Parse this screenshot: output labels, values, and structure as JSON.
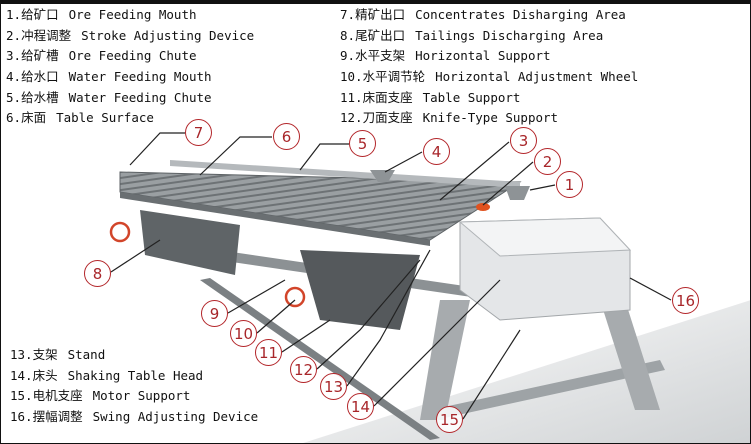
{
  "legend_top_left": [
    {
      "num": "1.",
      "cn": "给矿口",
      "en": "Ore Feeding Mouth"
    },
    {
      "num": "2.",
      "cn": "冲程调整",
      "en": "Stroke Adjusting Device"
    },
    {
      "num": "3.",
      "cn": "给矿槽",
      "en": "Ore Feeding Chute"
    },
    {
      "num": "4.",
      "cn": "给水口",
      "en": "Water Feeding Mouth"
    },
    {
      "num": "5.",
      "cn": "给水槽",
      "en": "Water Feeding Chute"
    },
    {
      "num": "6.",
      "cn": "床面",
      "en": "Table Surface"
    }
  ],
  "legend_top_right": [
    {
      "num": "7.",
      "cn": "精矿出口",
      "en": "Concentrates Disharging Area"
    },
    {
      "num": "8.",
      "cn": "尾矿出口",
      "en": "Tailings Discharging Area"
    },
    {
      "num": "9.",
      "cn": "水平支架",
      "en": "Horizontal Support"
    },
    {
      "num": "10.",
      "cn": "水平调节轮",
      "en": "Horizontal Adjustment Wheel"
    },
    {
      "num": "11.",
      "cn": "床面支座",
      "en": "Table Support"
    },
    {
      "num": "12.",
      "cn": "刀面支座",
      "en": "Knife-Type Support"
    }
  ],
  "legend_bottom": [
    {
      "num": "13.",
      "cn": "支架",
      "en": "Stand"
    },
    {
      "num": "14.",
      "cn": "床头",
      "en": "Shaking Table Head"
    },
    {
      "num": "15.",
      "cn": "电机支座",
      "en": "Motor Support"
    },
    {
      "num": "16.",
      "cn": "摆幅调整",
      "en": "Swing Adjusting Device"
    }
  ],
  "callouts": [
    "1",
    "2",
    "3",
    "4",
    "5",
    "6",
    "7",
    "8",
    "9",
    "10",
    "11",
    "12",
    "13",
    "14",
    "15",
    "16"
  ],
  "colors": {
    "callout": "#b3262a",
    "table": "#8e9396",
    "frame": "#6f7477",
    "box": "#e4e6e8"
  }
}
